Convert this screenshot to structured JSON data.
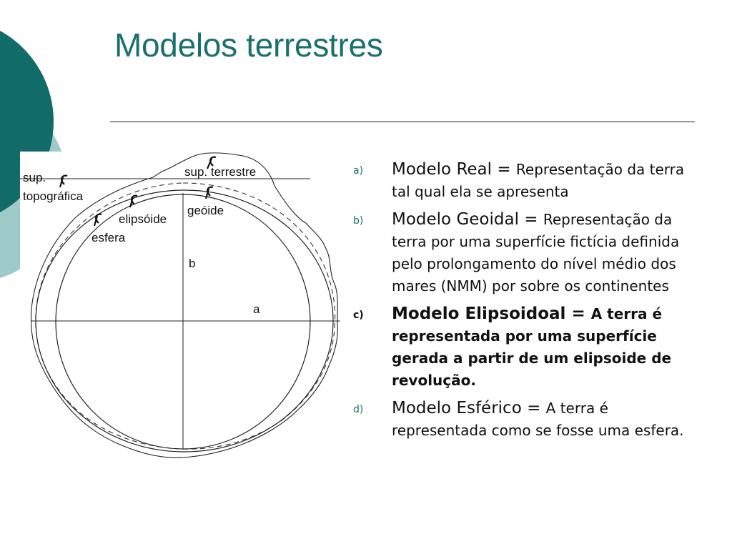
{
  "slide": {
    "title": "Modelos terrestres",
    "colors": {
      "accent": "#1a706c",
      "accent_light": "#9fcaca"
    }
  },
  "diagram": {
    "labels": {
      "sup_topografica_line1": "sup.",
      "sup_topografica_line2": "topográfica",
      "sup_terrestre": "sup. terrestre",
      "elipsoide": "elipsóide",
      "geoide": "geóide",
      "esfera": "esfera",
      "b": "b",
      "a": "a"
    }
  },
  "items": [
    {
      "marker": "a)",
      "head": "Modelo Real = ",
      "desc": "Representação da terra tal qual ela se apresenta",
      "bold": false
    },
    {
      "marker": "b)",
      "head": "Modelo Geoidal = ",
      "desc": "Representação da terra por uma superfície fictícia definida pelo prolongamento do nível médio dos mares (NMM) por sobre os continentes",
      "bold": false
    },
    {
      "marker": "c)",
      "head": "Modelo Elipsoidoal = ",
      "desc": "A terra é representada por uma superfície gerada a partir de um elipsoide de revolução.",
      "bold": true
    },
    {
      "marker": "d)",
      "head": "Modelo Esférico = ",
      "desc": "A terra é representada como se fosse uma esfera.",
      "bold": false
    }
  ]
}
